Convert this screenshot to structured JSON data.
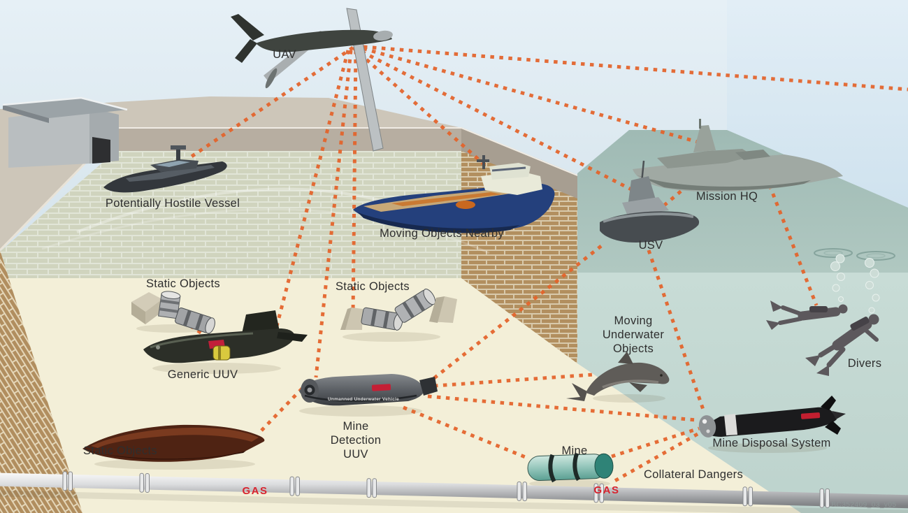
{
  "scene": "Unmanned maritime mine countermeasures concept diagram",
  "labels": {
    "uav": "UAV",
    "potentially_hostile_vessel": "Potentially Hostile Vessel",
    "moving_objects_nearby": "Moving Objects Nearby",
    "mission_hq": "Mission HQ",
    "usv": "USV",
    "divers": "Divers",
    "static_objects": "Static Objects",
    "generic_uuv": "Generic UUV",
    "mine_detection_uuv": [
      "Mine",
      "Detection",
      "UUV"
    ],
    "moving_underwater_objects": [
      "Moving",
      "Underwater",
      "Objects"
    ],
    "mine": "Mine",
    "mine_disposal_system": "Mine Disposal System",
    "collateral_dangers": "Collateral Dangers",
    "gas": "GAS",
    "uuv_hull_marking": "Unmanned Underwater Vehicle",
    "watermark": "BC352409_03_v05"
  },
  "colors": {
    "link_orange": "#e4632a",
    "sky": "#d9e7f0",
    "sea_surface": "#a9c2bc",
    "open_underwater": "#c3d8d2",
    "seabed": "#f3efd8",
    "brick_tan": "#b6905c",
    "gas_red": "#d8232e",
    "mine_teal": "#79b5aa",
    "label_text": "#2e2e2e"
  },
  "connections": [
    {
      "from": "uav",
      "to": "potentially-hostile-vessel"
    },
    {
      "from": "uav",
      "to": "moving-objects-nearby"
    },
    {
      "from": "uav",
      "to": "mission-hq"
    },
    {
      "from": "uav",
      "to": "off-screen-right"
    },
    {
      "from": "uav",
      "to": "usv"
    },
    {
      "from": "uav",
      "to": "generic-uuv"
    },
    {
      "from": "uav",
      "to": "mine-detection-uuv"
    },
    {
      "from": "uav",
      "to": "static-objects-center"
    },
    {
      "from": "static-objects-left",
      "to": "generic-uuv"
    },
    {
      "from": "mine-detection-uuv",
      "to": "static-objects-wreck"
    },
    {
      "from": "mine-detection-uuv",
      "to": "moving-underwater-objects"
    },
    {
      "from": "mine-detection-uuv",
      "to": "mine-disposal-system"
    },
    {
      "from": "mine-detection-uuv",
      "to": "mine"
    },
    {
      "from": "mine",
      "to": "mine-disposal-system"
    },
    {
      "from": "mine-disposal-system",
      "to": "gas-pipeline"
    },
    {
      "from": "usv",
      "to": "mine-disposal-system"
    },
    {
      "from": "usv",
      "to": "mine-detection-uuv"
    },
    {
      "from": "usv",
      "to": "mission-hq"
    },
    {
      "from": "mission-hq",
      "to": "divers"
    }
  ]
}
